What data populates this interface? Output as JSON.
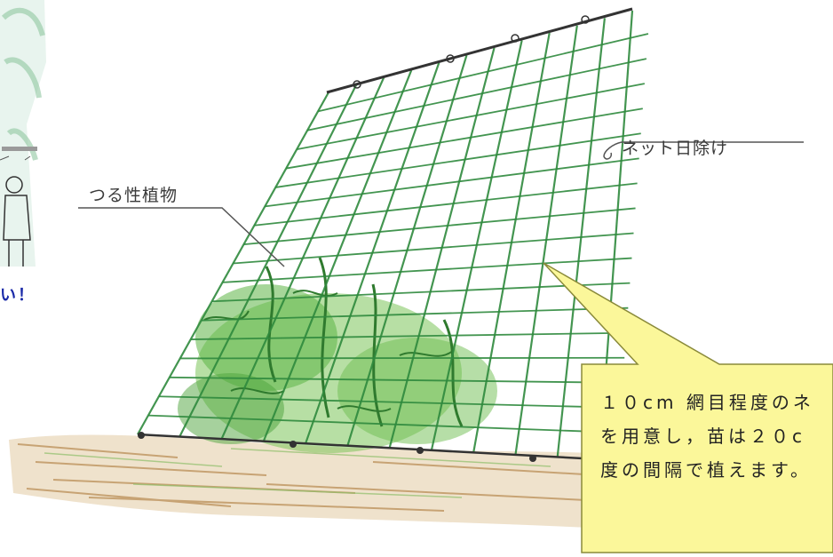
{
  "labels": {
    "net_shade": "ネット日除け",
    "vine_plants": "つる性植物",
    "exclaim": "い！"
  },
  "callout": {
    "lines": [
      "１０cm 網目程度のネ",
      "を用意し，苗は２０c",
      "度の間隔で植えます。"
    ],
    "fill": "#fbf79a",
    "stroke": "#8a8a3a"
  },
  "colors": {
    "net_green": "#2f8a3e",
    "leaf_green": "#5cb545",
    "soil": "#b7894f",
    "text": "#3a3a3a",
    "accent_blue": "#1a2aa8"
  }
}
